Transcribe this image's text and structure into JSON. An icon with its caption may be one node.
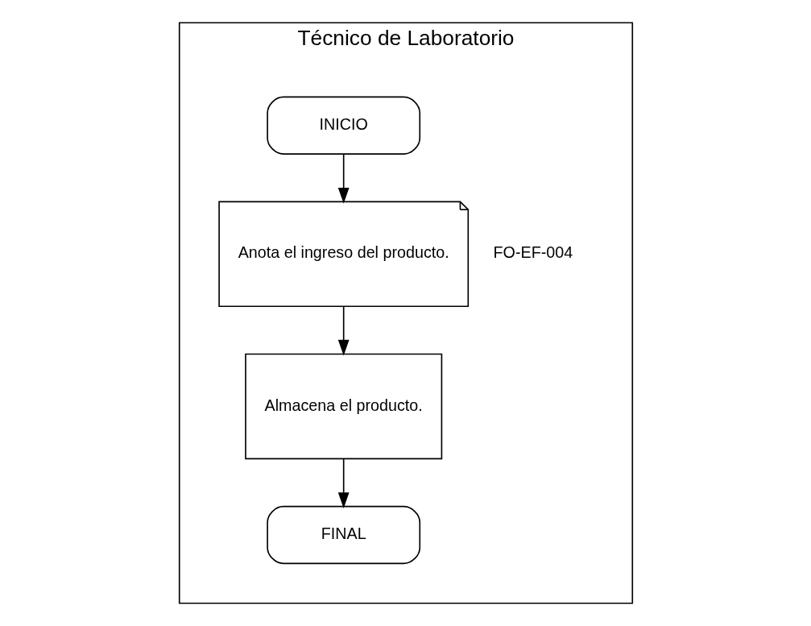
{
  "diagram": {
    "nodes": [
      {
        "text": [
          "Técnico de Laboratorio"
        ]
      },
      {
        "text": [
          "INICIO"
        ],
        "in": 0
      },
      {
        "text": [
          "Anota el ingreso del producto."
        ],
        "in": 0,
        "beside": [
          "FO-EF-004"
        ]
      },
      {
        "text": [
          "Almacena el producto."
        ],
        "in": 0
      },
      {
        "text": [
          "FINAL"
        ],
        "in": 0
      }
    ],
    "edges": [
      {
        "from": 1,
        "to": 2,
        "arrow": "to"
      },
      {
        "from": 2,
        "to": 3,
        "arrow": "to"
      },
      {
        "from": 3,
        "to": 4,
        "arrow": "to"
      }
    ]
  }
}
